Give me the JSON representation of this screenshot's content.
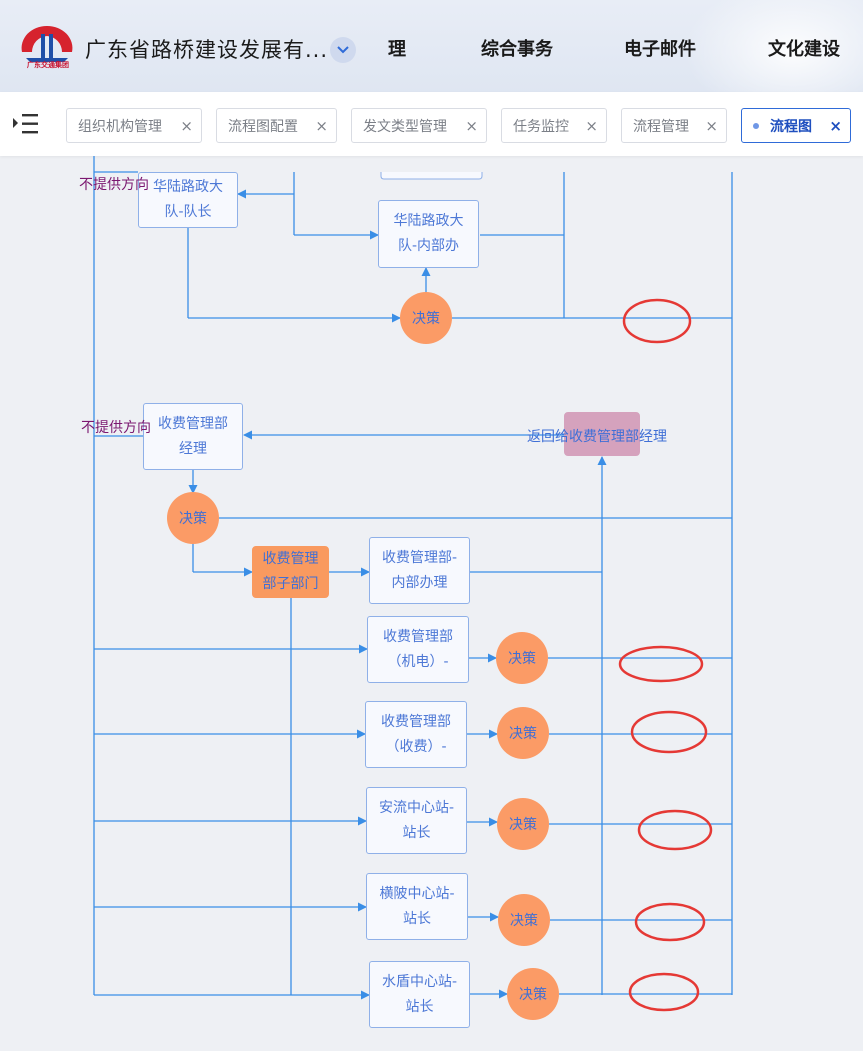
{
  "header": {
    "logo_caption": "广东交通集团",
    "org_title": "广东省路桥建设发展有...",
    "nav": [
      "理",
      "综合事务",
      "电子邮件",
      "文化建设"
    ]
  },
  "tabs": [
    {
      "label": "组织机构管理",
      "active": false
    },
    {
      "label": "流程图配置",
      "active": false
    },
    {
      "label": "发文类型管理",
      "active": false
    },
    {
      "label": "任务监控",
      "active": false
    },
    {
      "label": "流程管理",
      "active": false
    },
    {
      "label": "流程图",
      "active": true
    }
  ],
  "colors": {
    "edge": "#3a8ee6",
    "node_border": "#8fb0e8",
    "decision": "#fb9b66",
    "highlight_circle": "#e53935"
  },
  "diagram": {
    "labels": {
      "no_direction_1": "不提供方向",
      "no_direction_2": "不提供方向",
      "return_label": "返回给收费管理部经理"
    },
    "nodes": {
      "huali_captain": "华陆路政大队-队长",
      "huali_office": "华陆路政大队-内部办",
      "toll_manager": "收费管理部经理",
      "toll_sub_dept": "收费管理部子部门",
      "toll_office": "收费管理部-内部办理",
      "toll_mech": "收费管理部（机电）-",
      "toll_fee": "收费管理部（收费）-",
      "anliu": "安流中心站-站长",
      "hengling": "横陂中心站-站长",
      "shuidun": "水盾中心站-站长"
    },
    "decision_label": "决策"
  }
}
